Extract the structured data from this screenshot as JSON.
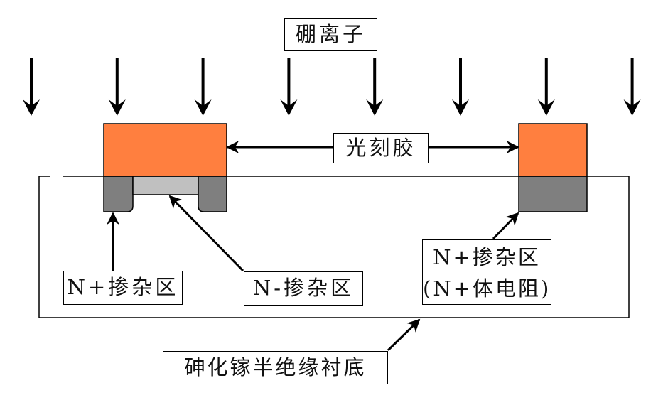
{
  "title": "砷化镓半绝缘衬底上硼离子注入隔离示意图",
  "labels": {
    "boron_ions": "硼离子",
    "photoresist": "光刻胶",
    "n_plus_left": "N+掺杂区",
    "n_minus": "N-掺杂区",
    "n_plus_right_line1": "N+掺杂区",
    "n_plus_right_line2": "(N+体电阻)",
    "substrate": "砷化镓半绝缘衬底"
  },
  "layers": [
    {
      "name": "photoresist",
      "color": "#ff7f3f"
    },
    {
      "name": "n-plus-doped-region",
      "color": "#7f7f7f"
    },
    {
      "name": "n-minus-doped-region",
      "color": "#c0c0c0"
    },
    {
      "name": "semi-insulating-substrate",
      "color": "#ffffff"
    }
  ],
  "ion_arrow_count": 8,
  "colors": {
    "photoresist": "#ff7f3f",
    "n_plus": "#7f7f7f",
    "n_minus": "#c0c0c0",
    "stroke": "#000000"
  }
}
